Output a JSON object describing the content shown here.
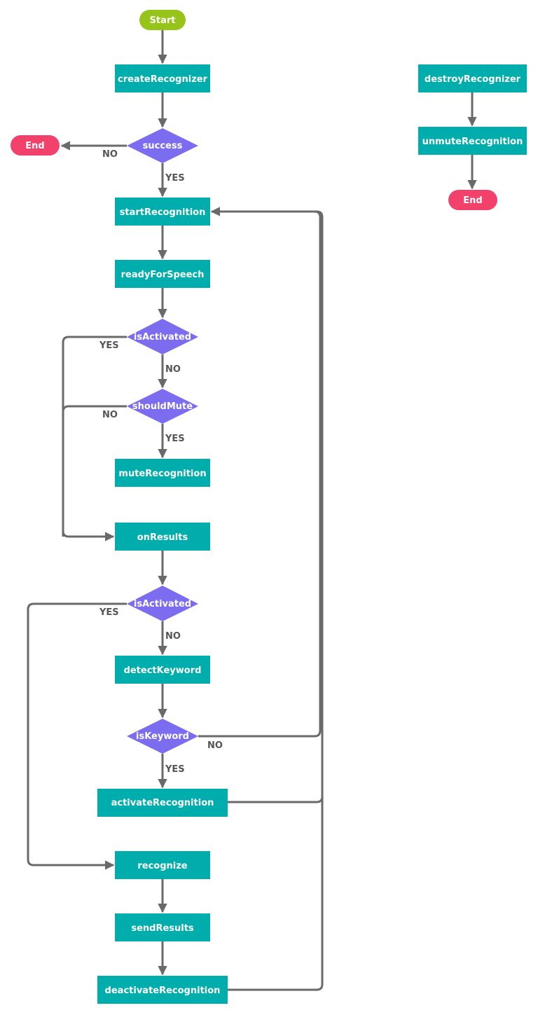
{
  "colors": {
    "process": "#00adad",
    "decision": "#7b6cf0",
    "start": "#97c41a",
    "end": "#f2416b",
    "edge": "#6a6a6a",
    "label": "#555555"
  },
  "nodes": {
    "start": "Start",
    "end_left": "End",
    "createRecognizer": "createRecognizer",
    "success": "success",
    "startRecognition": "startRecognition",
    "readyForSpeech": "readyForSpeech",
    "isActivated1": "isActivated",
    "shouldMute": "shouldMute",
    "muteRecognition": "muteRecognition",
    "onResults": "onResults",
    "isActivated2": "isActivated",
    "detectKeyword": "detectKeyword",
    "isKeyword": "isKeyword",
    "activateRecognition": "activateRecognition",
    "recognize": "recognize",
    "sendResults": "sendResults",
    "deactivateRecognition": "deactivateRecognition",
    "destroyRecognizer": "destroyRecognizer",
    "unmuteRecognition": "unmuteRecognition",
    "end_right": "End"
  },
  "edge_labels": {
    "success_no": "NO",
    "success_yes": "YES",
    "isActivated1_yes": "YES",
    "isActivated1_no": "NO",
    "shouldMute_no": "NO",
    "shouldMute_yes": "YES",
    "isActivated2_yes": "YES",
    "isActivated2_no": "NO",
    "isKeyword_no": "NO",
    "isKeyword_yes": "YES"
  }
}
